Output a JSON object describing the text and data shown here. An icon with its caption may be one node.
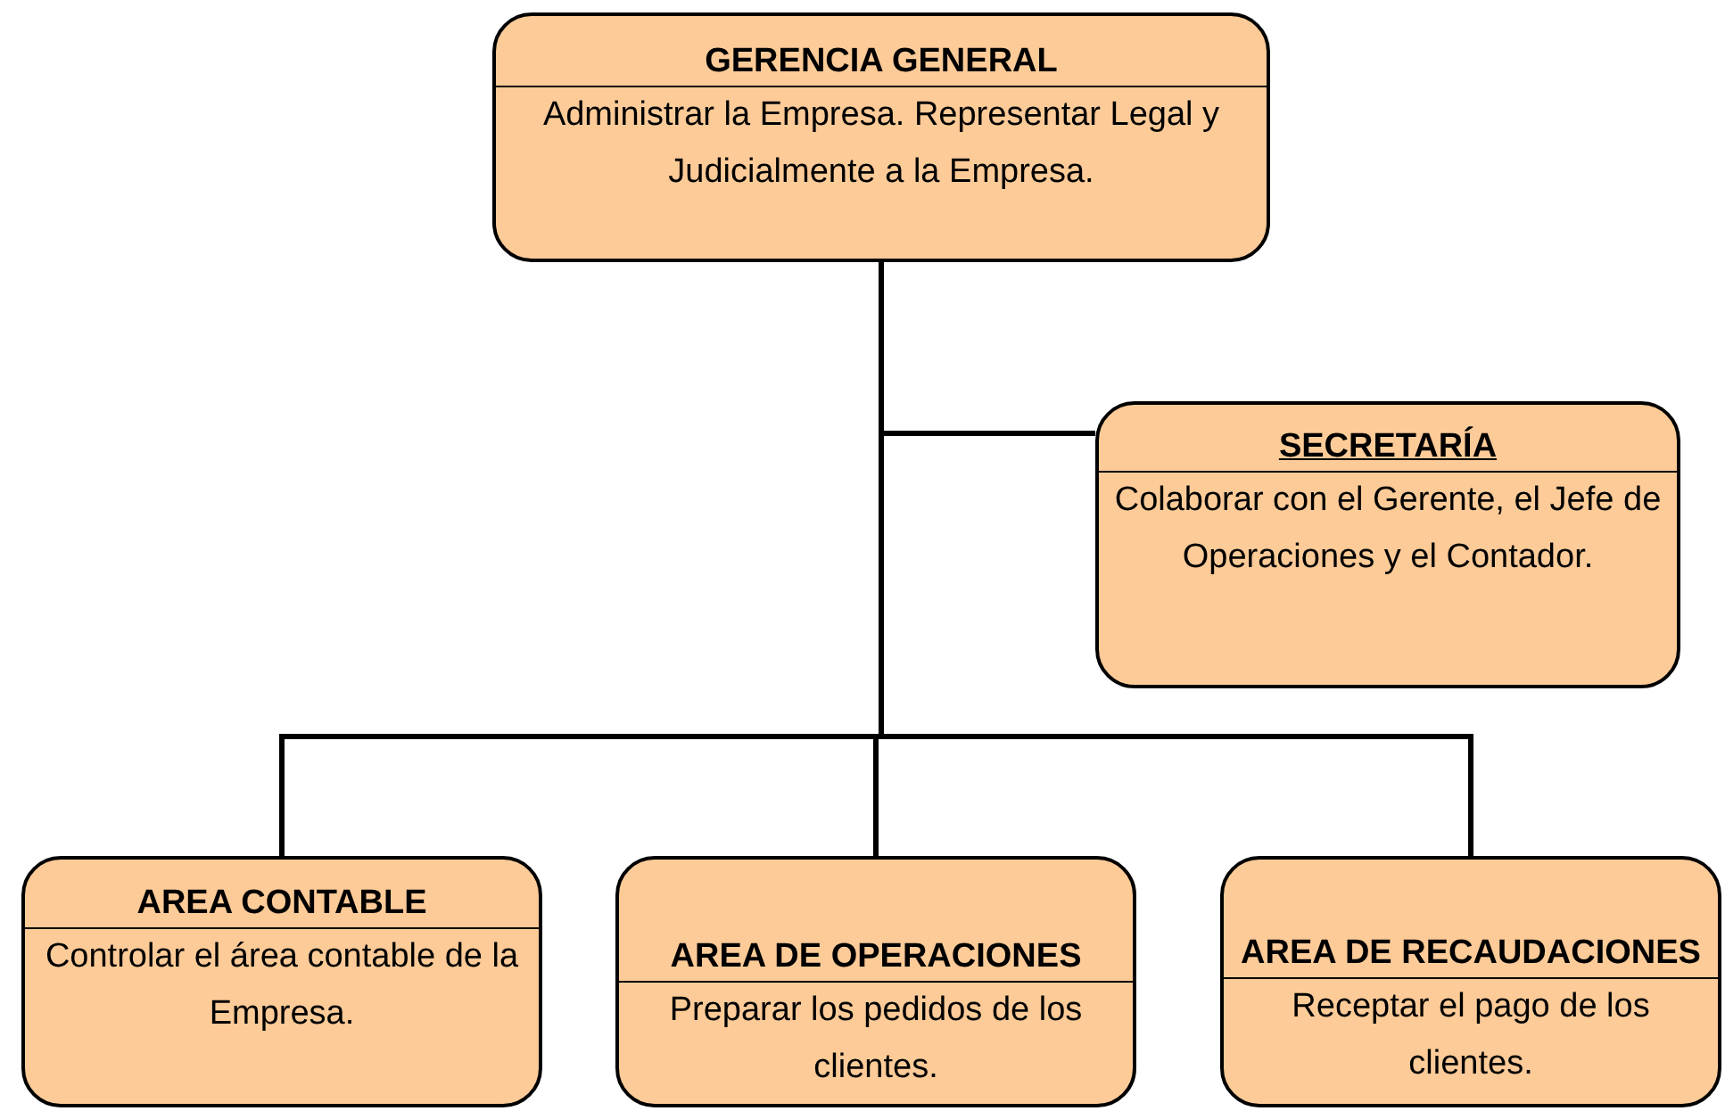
{
  "diagram": {
    "nodes": [
      {
        "text": [
          "GERENCIA GENERAL",
          "Administrar la Empresa. Representar Legal y Judicialmente a la Empresa."
        ]
      },
      {
        "text": [
          "SECRETARÍA",
          "Colaborar con el Gerente, el Jefe de Operaciones y el Contador."
        ]
      },
      {
        "text": [
          "AREA CONTABLE",
          "Controlar el área contable de la Empresa."
        ]
      },
      {
        "text": [
          "AREA DE OPERACIONES",
          "Preparar los pedidos de los clientes."
        ]
      },
      {
        "text": [
          "AREA DE RECAUDACIONES",
          "Receptar el pago de los clientes."
        ]
      }
    ],
    "edges": [
      {
        "from": 0,
        "to": 1,
        "arrow": "none"
      },
      {
        "from": 0,
        "to": 2,
        "arrow": "none"
      },
      {
        "from": 0,
        "to": 3,
        "arrow": "none"
      },
      {
        "from": 0,
        "to": 4,
        "arrow": "none"
      }
    ]
  }
}
